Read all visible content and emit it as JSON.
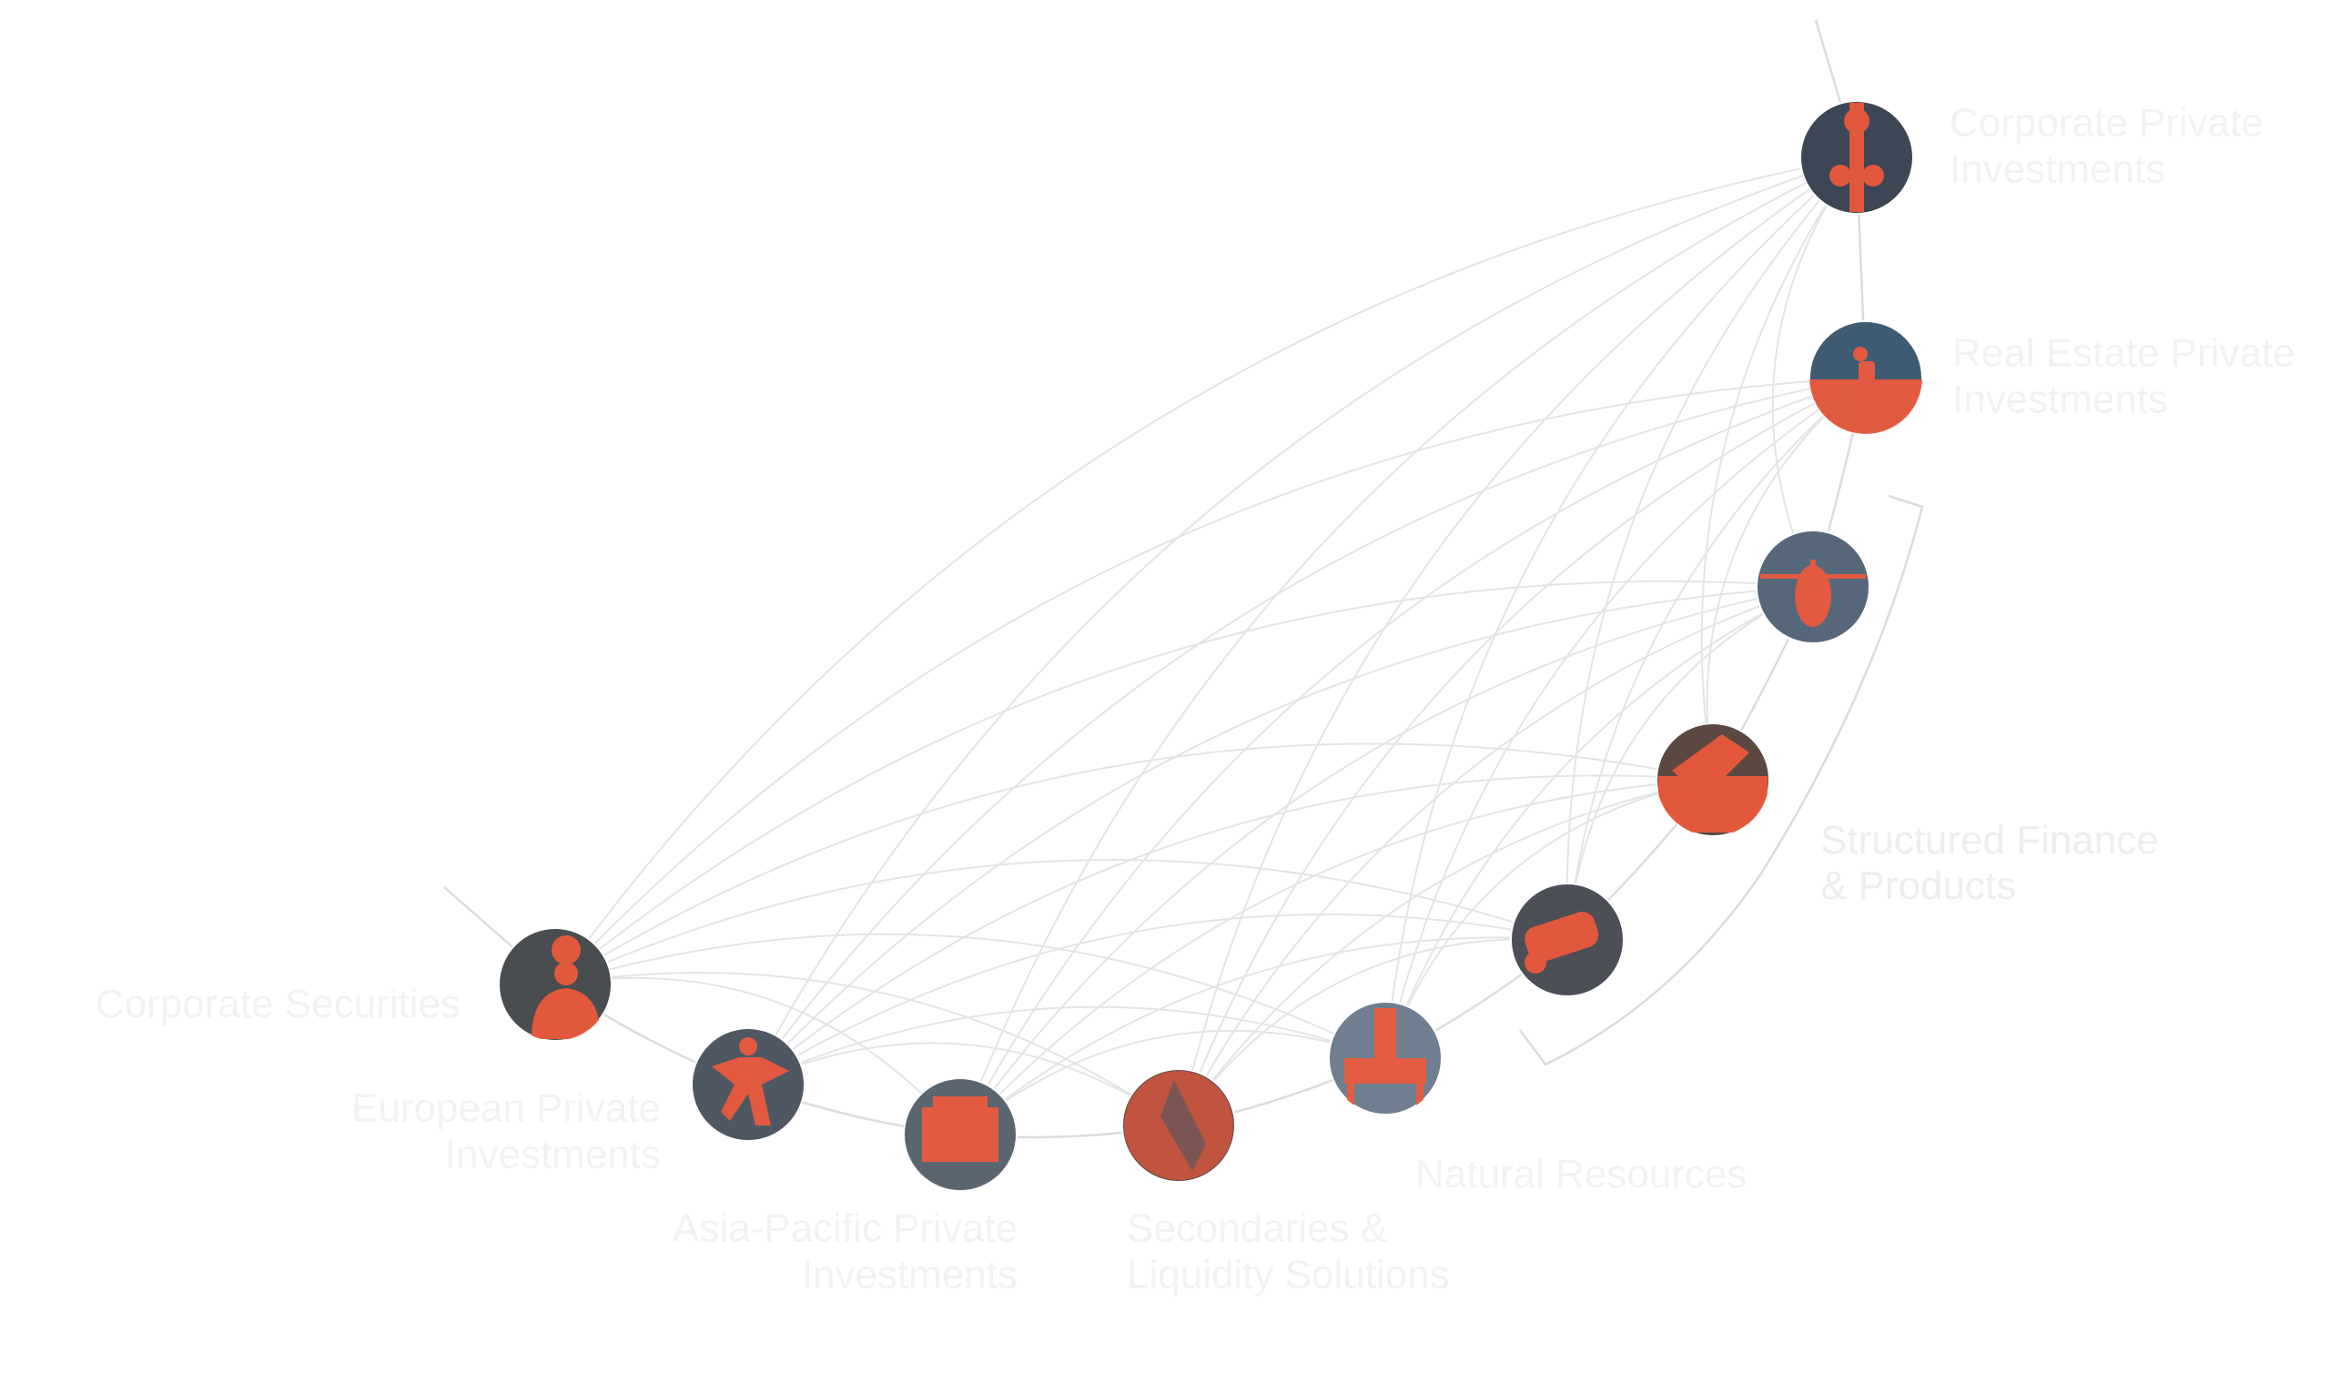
{
  "diagram": {
    "nodes": [
      {
        "id": "corporate-private-investments",
        "lines": [
          "Corporate Private",
          "Investments"
        ],
        "icon": "telecom-tower-icon",
        "color": "#ee5a3c",
        "bg": "#3d4654"
      },
      {
        "id": "real-estate-private-investments",
        "lines": [
          "Real Estate Private",
          "Investments"
        ],
        "icon": "construction-worker-icon",
        "color": "#ee5a3c",
        "bg": "#3f5b72"
      },
      {
        "id": "aviation",
        "lines": [],
        "icon": "helicopter-icon",
        "color": "#ee5a3c",
        "bg": "#566779"
      },
      {
        "id": "structured-finance-products",
        "lines": [],
        "icon": "payment-terminal-icon",
        "color": "#ee5a3c",
        "bg": "#5b4841"
      },
      {
        "id": "consumer",
        "lines": [],
        "icon": "car-key-icon",
        "color": "#ee5a3c",
        "bg": "#4c4f55"
      },
      {
        "id": "natural-resources",
        "lines": [
          "Natural Resources"
        ],
        "icon": "oil-rig-icon",
        "color": "#ee5a3c",
        "bg": "#6f7f90"
      },
      {
        "id": "secondaries-liquidity-solutions",
        "lines": [
          "Secondaries &",
          "Liquidity Solutions"
        ],
        "icon": "handshake-icon",
        "color": "#ee5a3c",
        "bg": "#5c4a47"
      },
      {
        "id": "asia-pacific-private-investments",
        "lines": [
          "Asia-Pacific Private",
          "Investments"
        ],
        "icon": "building-icon",
        "color": "#ee5a3c",
        "bg": "#5b6570"
      },
      {
        "id": "european-private-investments",
        "lines": [
          "European Private",
          "Investments"
        ],
        "icon": "soccer-player-icon",
        "color": "#ee5a3c",
        "bg": "#4f5862"
      },
      {
        "id": "corporate-securities",
        "lines": [
          "Corporate Securities"
        ],
        "icon": "chef-icon",
        "color": "#ee5a3c",
        "bg": "#4a4d50"
      }
    ],
    "bracket_label": [
      "Structured Finance",
      "& Products"
    ],
    "colors": {
      "accent": "#ee5a3c",
      "connector": "#e2e4e8",
      "label": "#f1f2f4"
    }
  }
}
